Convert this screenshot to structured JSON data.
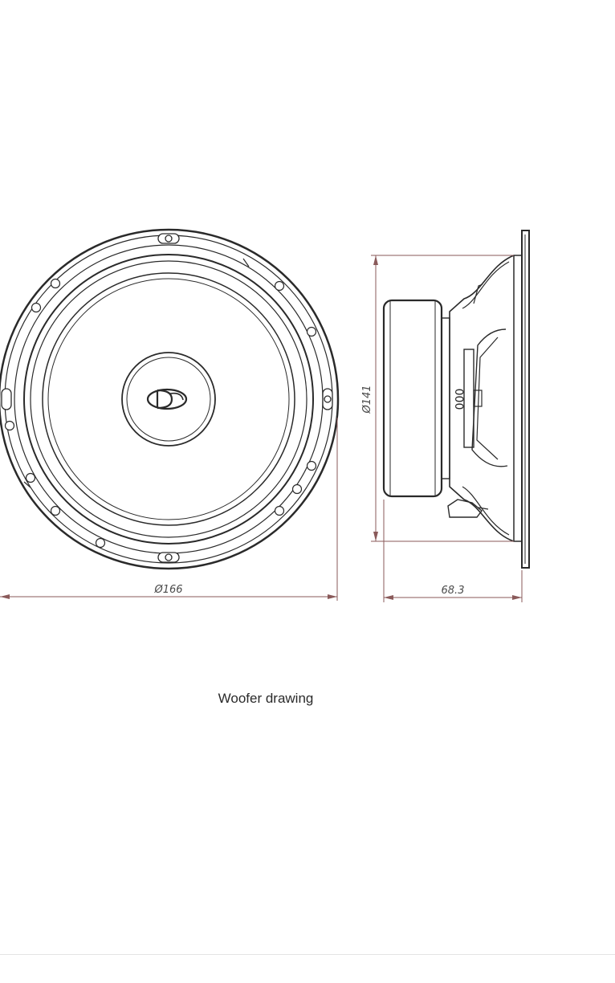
{
  "drawing": {
    "front_diameter_label": "Ø166",
    "magnet_diameter_label": "Ø141",
    "depth_label": "68.3",
    "magnet_marking": "000",
    "caption": "Woofer drawing"
  },
  "colors": {
    "line": "#2a2a2a",
    "dimension": "#8a5a5a"
  }
}
